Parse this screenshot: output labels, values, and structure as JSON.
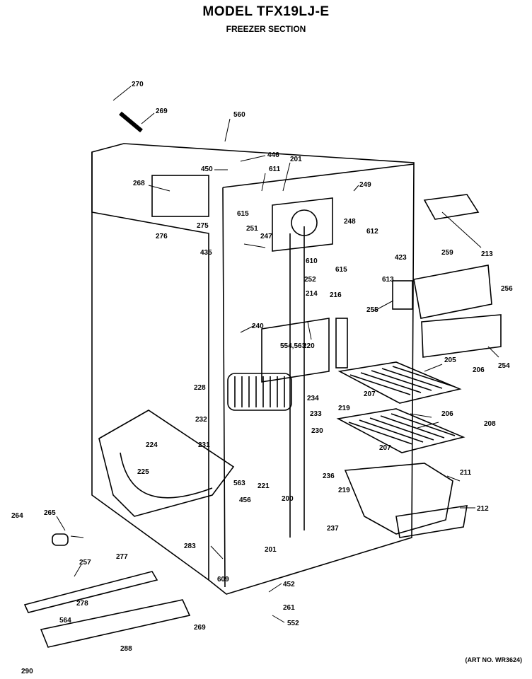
{
  "header": {
    "model_line": "MODEL  TFX19LJ-E",
    "section": "FREEZER SECTION"
  },
  "art_number": "(ART NO. WR3624)",
  "callouts": [
    "270",
    "269",
    "560",
    "446",
    "201",
    "450",
    "611",
    "268",
    "249",
    "615",
    "251",
    "248",
    "612",
    "275",
    "276",
    "435",
    "247",
    "610",
    "615",
    "423",
    "613",
    "259",
    "213",
    "256",
    "252",
    "214",
    "216",
    "255",
    "240",
    "554,563",
    "220",
    "205",
    "206",
    "254",
    "228",
    "234",
    "207",
    "219",
    "233",
    "232",
    "208",
    "230",
    "206",
    "224",
    "231",
    "207",
    "225",
    "211",
    "563",
    "221",
    "236",
    "219",
    "456",
    "200",
    "212",
    "264",
    "265",
    "237",
    "257",
    "277",
    "283",
    "201",
    "609",
    "452",
    "278",
    "261",
    "564",
    "552",
    "269",
    "288",
    "290"
  ]
}
